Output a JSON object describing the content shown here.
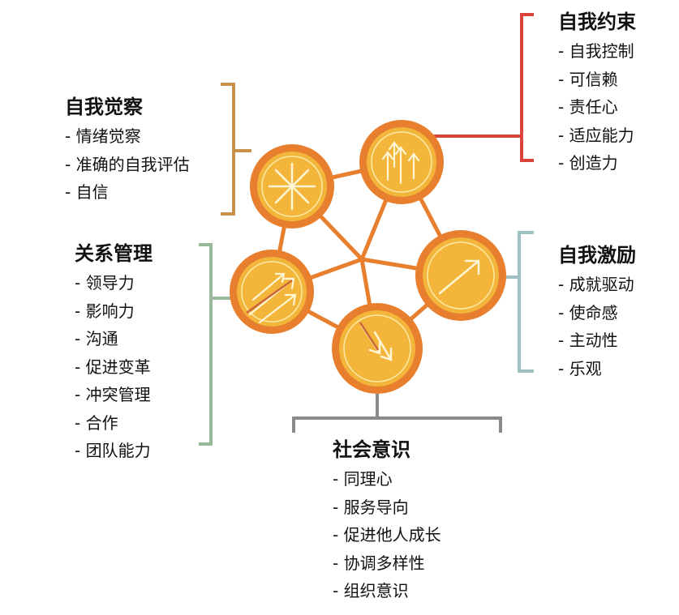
{
  "groups": {
    "self_regulation": {
      "title": "自我约束",
      "items": [
        "- 自我控制",
        "- 可信赖",
        "- 责任心",
        "- 适应能力",
        "- 创造力"
      ],
      "color": "#d9453a"
    },
    "self_awareness": {
      "title": "自我觉察",
      "items": [
        "- 情绪觉察",
        "- 准确的自我评估",
        "- 自信"
      ],
      "color": "#c9924a"
    },
    "relationship": {
      "title": "关系管理",
      "items": [
        "- 领导力",
        "- 影响力",
        "- 沟通",
        "- 促进变革",
        "- 冲突管理",
        "- 合作",
        "- 团队能力"
      ],
      "color": "#9ab89a"
    },
    "motivation": {
      "title": "自我激励",
      "items": [
        "- 成就驱动",
        "- 使命感",
        "- 主动性",
        "- 乐观"
      ],
      "color": "#9fc0c3"
    },
    "social": {
      "title": "社会意识",
      "items": [
        "- 同理心",
        "- 服务导向",
        "- 促进他人成长",
        "- 协调多样性",
        "- 组织意识"
      ],
      "color": "#8a8a8a"
    }
  },
  "diagram": {
    "node_ring_color": "#e87f2e",
    "node_fill_color": "#f4b63a",
    "node_inner_color": "#fbe9a6",
    "link_color": "#e87f2e"
  }
}
